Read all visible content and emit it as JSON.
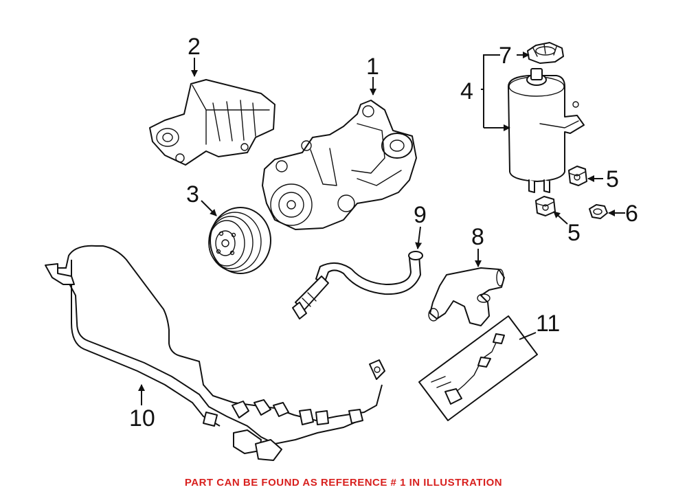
{
  "callouts": {
    "c1": "1",
    "c2": "2",
    "c3": "3",
    "c4": "4",
    "c5a": "5",
    "c5b": "5",
    "c6": "6",
    "c7": "7",
    "c8": "8",
    "c9": "9",
    "c10": "10",
    "c11": "11"
  },
  "caption": "PART CAN BE FOUND AS REFERENCE # 1 IN ILLUSTRATION",
  "colors": {
    "caption": "#d8201e",
    "line_art": "#111111",
    "background": "#ffffff"
  }
}
